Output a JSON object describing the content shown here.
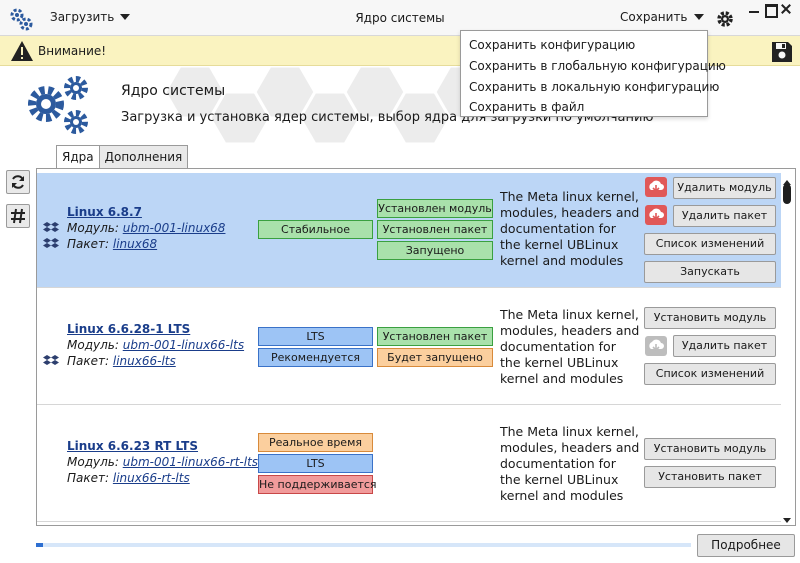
{
  "titlebar": {
    "load_label": "Загрузить",
    "window_title": "Ядро системы",
    "save_label": "Сохранить"
  },
  "save_menu": {
    "items": [
      "Сохранить конфигурацию",
      "Сохранить в глобальную конфигурацию",
      "Сохранить в локальную конфигурацию",
      "Сохранить в файл"
    ]
  },
  "warning": {
    "text": "Внимание!"
  },
  "header": {
    "title": "Ядро системы",
    "subtitle": "Загрузка и установка ядер системы, выбор ядра для загрузки по умолчанию"
  },
  "tabs": [
    {
      "label": "Ядра"
    },
    {
      "label": "Дополнения"
    }
  ],
  "kernels": [
    {
      "name": "Linux 6.8.7",
      "module_label": "Модуль:",
      "module": "ubm-001-linux68",
      "package_label": "Пакет:",
      "package": "linux68",
      "tags": [
        "Стабильное"
      ],
      "status": [
        "Установлен модуль",
        "Установлен пакет",
        "Запущено"
      ],
      "description": "The Meta linux kernel, modules, headers and documentation for the kernel UBLinux kernel and modules",
      "buttons": [
        "Удалить модуль",
        "Удалить пакет",
        "Список изменений",
        "Запускать"
      ]
    },
    {
      "name": "Linux 6.6.28-1 LTS",
      "module_label": "Модуль:",
      "module": "ubm-001-linux66-lts",
      "package_label": "Пакет:",
      "package": "linux66-lts",
      "tags": [
        "LTS",
        "Рекомендуется"
      ],
      "status": [
        "Установлен пакет",
        "Будет запущено"
      ],
      "description": "The Meta linux kernel, modules, headers and documentation for the kernel UBLinux kernel and modules",
      "buttons": [
        "Установить модуль",
        "Удалить пакет",
        "Список изменений"
      ]
    },
    {
      "name": "Linux 6.6.23 RT LTS",
      "module_label": "Модуль:",
      "module": "ubm-001-linux66-rt-lts",
      "package_label": "Пакет:",
      "package": "linux66-rt-lts",
      "tags": [
        "Реальное время",
        "LTS",
        "Не поддерживается"
      ],
      "status": [],
      "description": "The Meta linux kernel, modules, headers and documentation for the kernel UBLinux kernel and modules",
      "buttons": [
        "Установить модуль",
        "Установить пакет"
      ]
    }
  ],
  "bottom": {
    "details_label": "Подробнее",
    "progress": 0.01
  },
  "colors": {
    "selected_row": "#bcd6f6",
    "green_badge": "#a9e1ab",
    "blue_badge": "#9dc4f5",
    "orange_badge": "#fbcf9e",
    "red_badge": "#f19b9b",
    "warning_bar": "#faf3c0",
    "link": "#1a3d8a"
  },
  "icons": [
    "settings-gears-icon",
    "chevron-down-icon",
    "gear-icon",
    "minimize-icon",
    "maximize-icon",
    "close-icon",
    "warning-icon",
    "floppy-disk-icon",
    "refresh-icon",
    "hash-icon",
    "dropbox-icon",
    "download-icon"
  ]
}
